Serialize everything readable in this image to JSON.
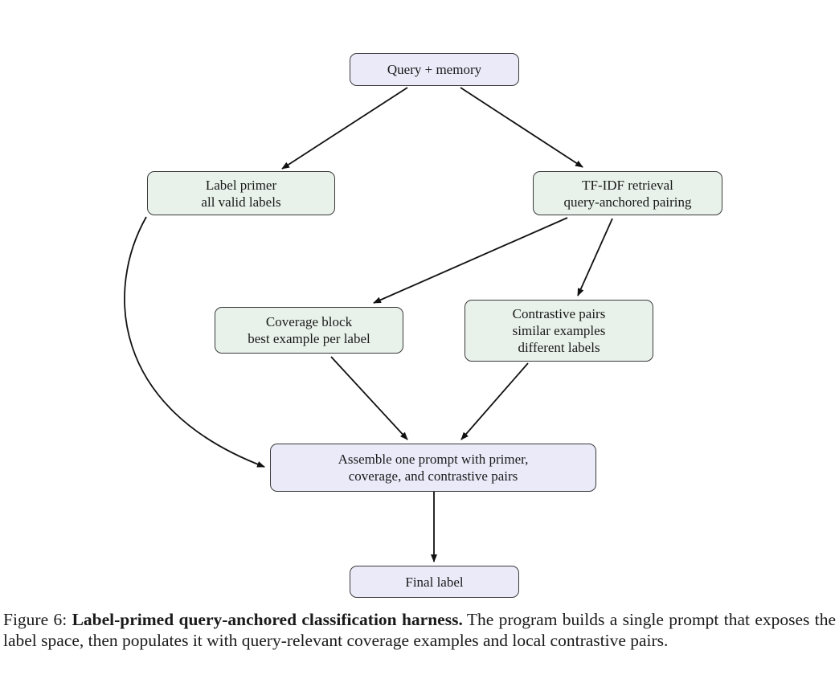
{
  "colors": {
    "node_lavender": "#ebeaf9",
    "node_green": "#e8f1ea",
    "node_border": "#3a3a3a",
    "edge": "#111111",
    "text": "#1a1a1a"
  },
  "diagram": {
    "nodes": {
      "query": {
        "lines": [
          "Query + memory"
        ]
      },
      "primer": {
        "lines": [
          "Label primer",
          "all valid labels"
        ]
      },
      "tfidf": {
        "lines": [
          "TF-IDF retrieval",
          "query-anchored pairing"
        ]
      },
      "coverage": {
        "lines": [
          "Coverage block",
          "best example per label"
        ]
      },
      "contrastive": {
        "lines": [
          "Contrastive pairs",
          "similar examples",
          "different labels"
        ]
      },
      "assemble": {
        "lines": [
          "Assemble one prompt with primer,",
          "coverage, and contrastive pairs"
        ]
      },
      "final": {
        "lines": [
          "Final label"
        ]
      }
    }
  },
  "caption": {
    "prefix": "Figure 6: ",
    "bold": "Label-primed query-anchored classification harness.",
    "rest": "The program builds a single prompt that exposes the label space, then populates it with query-relevant coverage examples and local contrastive pairs."
  }
}
